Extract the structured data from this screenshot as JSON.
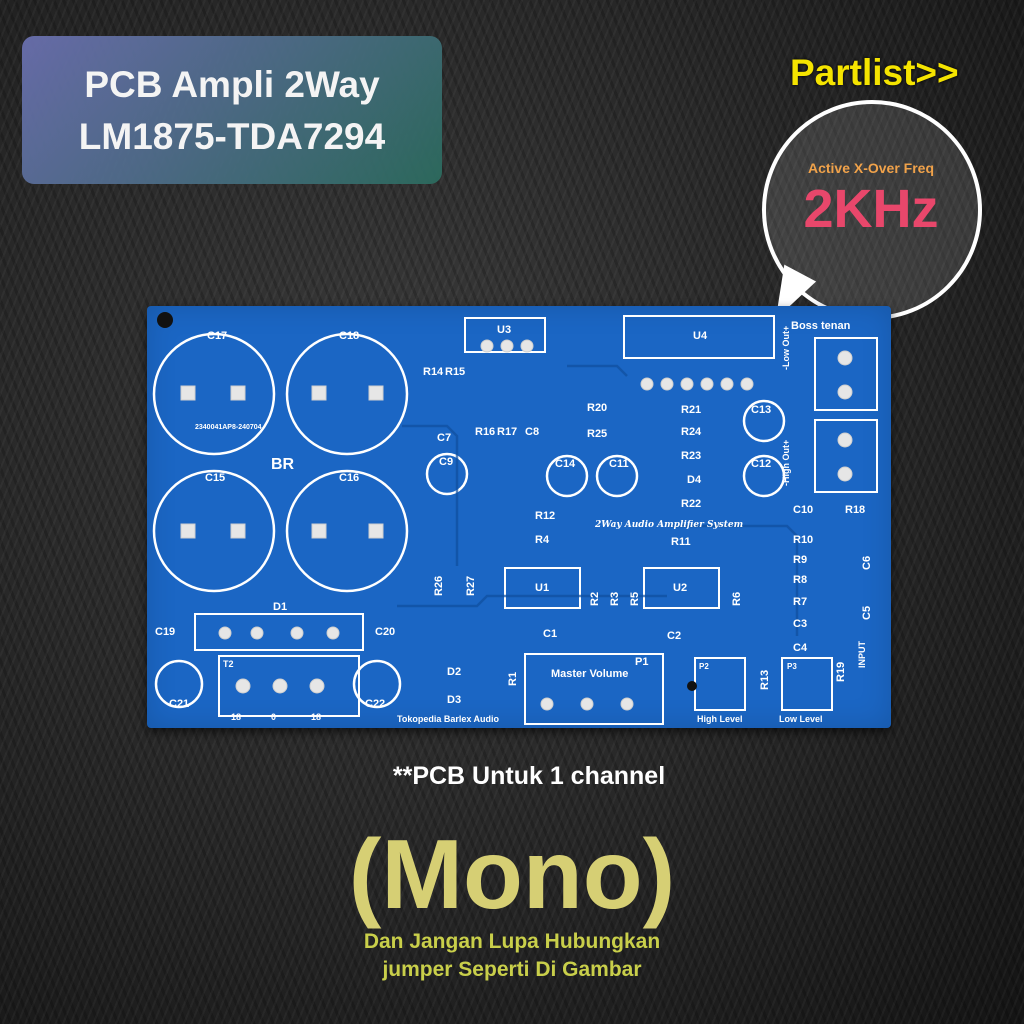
{
  "title": {
    "line1": "PCB Ampli 2Way",
    "line2": "LM1875-TDA7294"
  },
  "partlist_label": "Partlist>>",
  "crossover": {
    "label": "Active X-Over Freq",
    "value": "2KHz"
  },
  "pcb": {
    "color": "#1b66c4",
    "labels": {
      "c17": "C17",
      "c18": "C18",
      "c15": "C15",
      "c16": "C16",
      "cap_code": "2340041AP8-240704",
      "brand_mark": "BR",
      "c19": "C19",
      "c20": "C20",
      "d1": "D1",
      "c21": "C21",
      "c22": "C22",
      "t2": "T2",
      "t2_pins": [
        "18",
        "0",
        "18"
      ],
      "r14": "R14",
      "r15": "R15",
      "u3": "U3",
      "c7": "C7",
      "c9": "C9",
      "r16": "R16",
      "r17": "R17",
      "c8": "C8",
      "r20": "R20",
      "r25": "R25",
      "c14": "C14",
      "c11": "C11",
      "u4": "U4",
      "r21": "R21",
      "r24": "R24",
      "r23": "R23",
      "d4": "D4",
      "r22": "R22",
      "c13": "C13",
      "c12": "C12",
      "boss": "Boss tenan",
      "low_out": "-Low Out+",
      "high_out": "-High Out+",
      "c10": "C10",
      "r18": "R18",
      "r12": "R12",
      "r4": "R4",
      "system_script": "2Way Audio Amplifier System",
      "r11": "R11",
      "r26": "R26",
      "r27": "R27",
      "u1": "U1",
      "r2": "R2",
      "r3": "R3",
      "r5": "R5",
      "u2": "U2",
      "r6": "R6",
      "r10": "R10",
      "r9": "R9",
      "r8": "R8",
      "r7": "R7",
      "c6": "C6",
      "c5": "C5",
      "c1": "C1",
      "c2": "C2",
      "c3": "C3",
      "c4": "C4",
      "d2": "D2",
      "d3": "D3",
      "r1": "R1",
      "master_volume": "Master Volume",
      "p1": "P1",
      "p2": "P2",
      "high_level": "High Level",
      "r13": "R13",
      "p3": "P3",
      "low_level": "Low Level",
      "r19": "R19",
      "input": "INPUT",
      "vendor": "Tokopedia Barlex Audio"
    }
  },
  "notes": {
    "line1": "**PCB Untuk 1 channel",
    "line2": "(Mono)",
    "line3": "Dan Jangan Lupa Hubungkan",
    "line4": "jumper Seperti Di Gambar"
  }
}
